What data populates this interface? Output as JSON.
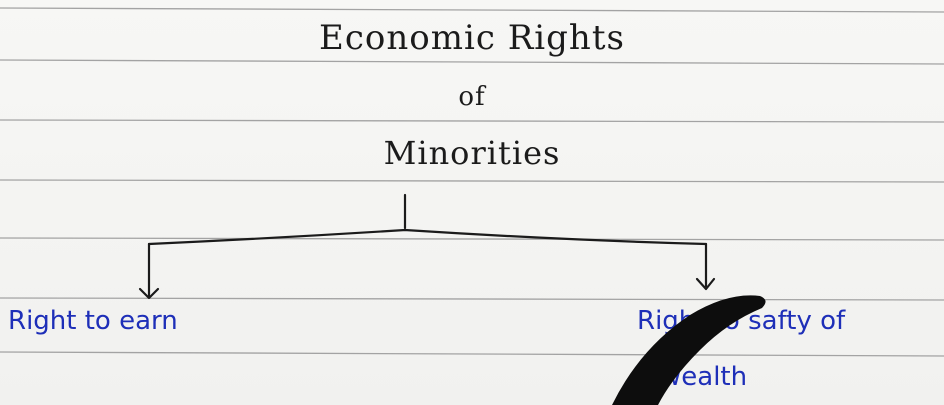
{
  "diagram": {
    "title_lines": [
      "Economic Rights",
      "of",
      "Minorities"
    ],
    "branches": [
      {
        "label": "Right to earn"
      },
      {
        "label_line1": "Right to safty of",
        "label_line2": "wealth"
      }
    ]
  },
  "colors": {
    "ink_title": "#1b1b1b",
    "ink_branches": "#1e2fb8",
    "ruled_line": "#9a9a9a",
    "smudge": "#0d0d0d"
  }
}
